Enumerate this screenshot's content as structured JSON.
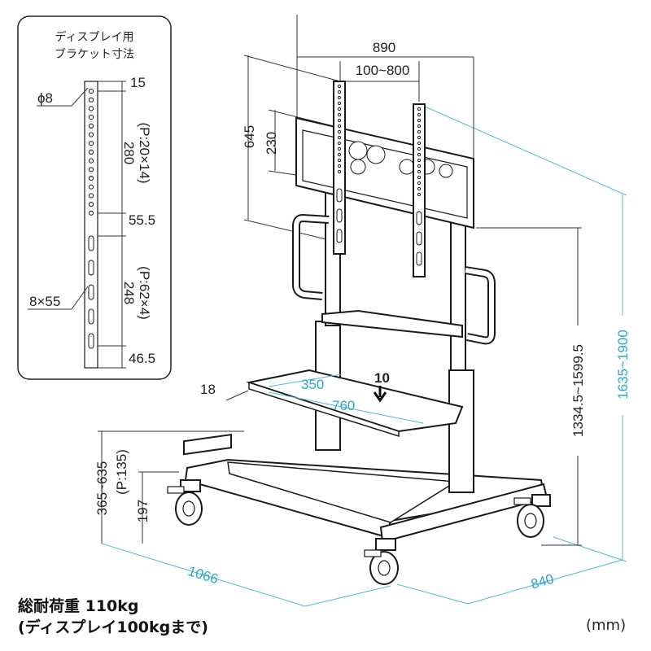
{
  "inset": {
    "title_line1": "ディスプレイ用",
    "title_line2": "ブラケット寸法",
    "hole_dia": "ϕ8",
    "top_offset": "15",
    "hole_span": "280",
    "hole_pitch": "(P:20×14)",
    "gap": "55.5",
    "slot_size": "8×55",
    "slot_span": "248",
    "slot_pitch": "(P:62×4)",
    "bottom_offset": "46.5"
  },
  "dimensions": {
    "total_width": "890",
    "vesa_width": "100~800",
    "bracket_height": "645",
    "vesa_height": "230",
    "shelf_thickness": "18",
    "shelf_depth": "350",
    "shelf_width": "760",
    "shelf_load": "10",
    "shelf_height_range": "365~635",
    "shelf_pitch": "(P:135)",
    "base_height": "197",
    "center_height": "1334.5~1599.5",
    "overall_height": "1635~1900",
    "base_width": "1066",
    "base_depth": "840"
  },
  "caption": {
    "line1": "総耐荷重 110kg",
    "line2": "(ディスプレイ100kgまで)"
  },
  "unit": "(mm)",
  "colors": {
    "black_dimensions": "#222222",
    "blue_dimensions": "#2aa7c9"
  }
}
